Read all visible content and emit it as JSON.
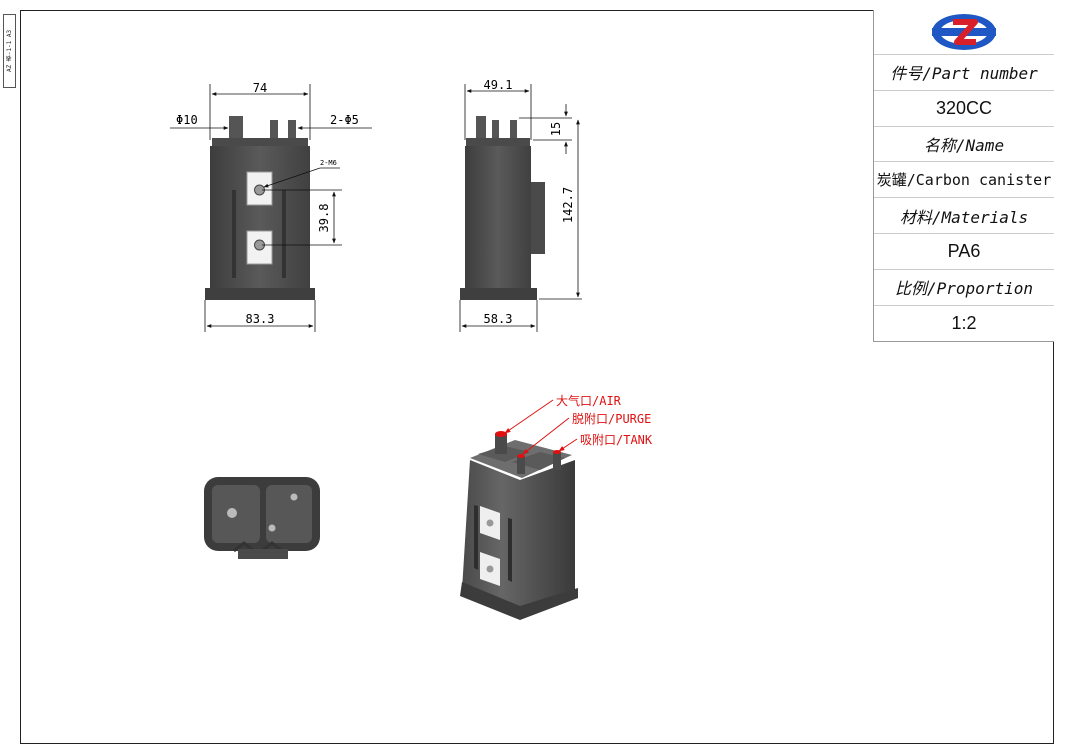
{
  "side_label": "AZ 表-1-1 A3",
  "title_block": {
    "part_number_label": "件号/Part number",
    "part_number_value": "320CC",
    "name_label": "名称/Name",
    "name_value": "炭罐/Carbon canister",
    "materials_label": "材料/Materials",
    "materials_value": "PA6",
    "proportion_label": "比例/Proportion",
    "proportion_value": "1:2"
  },
  "front_view": {
    "dim_top_width": "74",
    "dim_bottom_width": "83.3",
    "dim_port_dia_large": "Φ10",
    "dim_port_dia_small": "2-Φ5",
    "dim_nut_label": "2-M6",
    "dim_hole_spacing": "39.8"
  },
  "side_view": {
    "dim_top_depth": "49.1",
    "dim_bottom_depth": "58.3",
    "dim_port_height": "15",
    "dim_total_height": "142.7"
  },
  "iso_view": {
    "callout_air": "大气口/AIR",
    "callout_purge": "脱附口/PURGE",
    "callout_tank": "吸附口/TANK",
    "callout_color": "#e01010"
  },
  "colors": {
    "body": "#555555",
    "body_dark": "#3a3a3a",
    "logo_blue": "#1f57c4",
    "logo_red": "#d81f2a"
  }
}
